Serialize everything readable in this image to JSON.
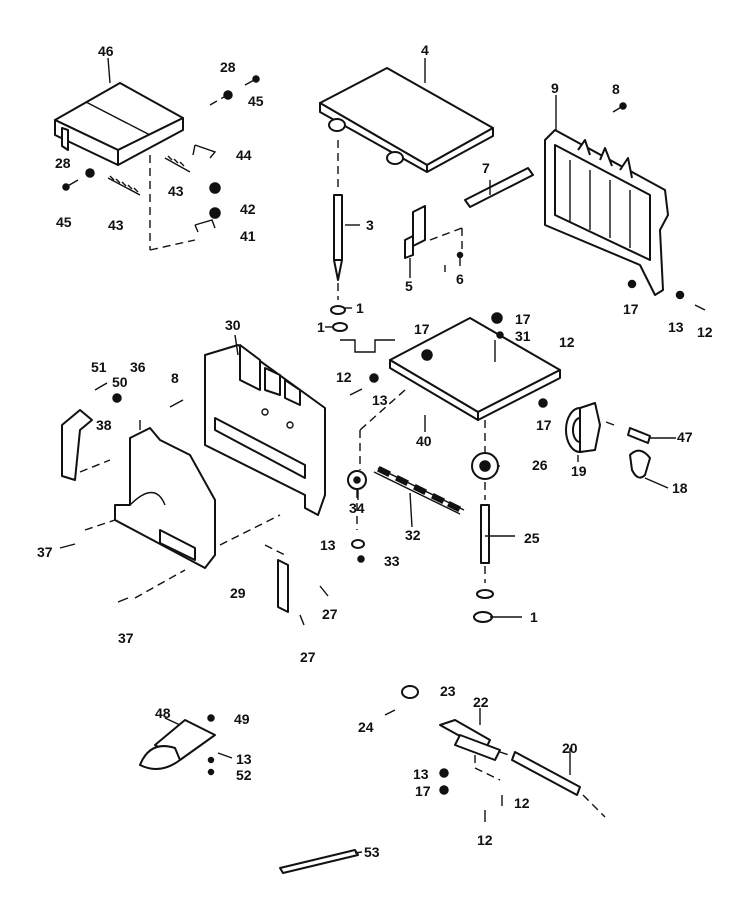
{
  "diagram": {
    "callouts": {
      "c1a": "1",
      "c1b": "1",
      "c1c": "1",
      "c3": "3",
      "c4": "4",
      "c5": "5",
      "c6": "6",
      "c7": "7",
      "c8a": "8",
      "c8b": "8",
      "c9": "9",
      "c12a": "12",
      "c12b": "12",
      "c12c": "12",
      "c12d": "12",
      "c12e": "12",
      "c13a": "13",
      "c13b": "13",
      "c13c": "13",
      "c13d": "13",
      "c13e": "13",
      "c17a": "17",
      "c17b": "17",
      "c17c": "17",
      "c17d": "17",
      "c17e": "17",
      "c18": "18",
      "c19": "19",
      "c20": "20",
      "c22": "22",
      "c23": "23",
      "c24": "24",
      "c25": "25",
      "c26": "26",
      "c27a": "27",
      "c27b": "27",
      "c28a": "28",
      "c28b": "28",
      "c29": "29",
      "c30": "30",
      "c31": "31",
      "c32": "32",
      "c33": "33",
      "c34": "34",
      "c36": "36",
      "c37a": "37",
      "c37b": "37",
      "c38": "38",
      "c40": "40",
      "c41": "41",
      "c42": "42",
      "c43a": "43",
      "c43b": "43",
      "c44": "44",
      "c45a": "45",
      "c45b": "45",
      "c46": "46",
      "c47": "47",
      "c48": "48",
      "c49": "49",
      "c50": "50",
      "c51": "51",
      "c52": "52",
      "c53": "53"
    }
  }
}
